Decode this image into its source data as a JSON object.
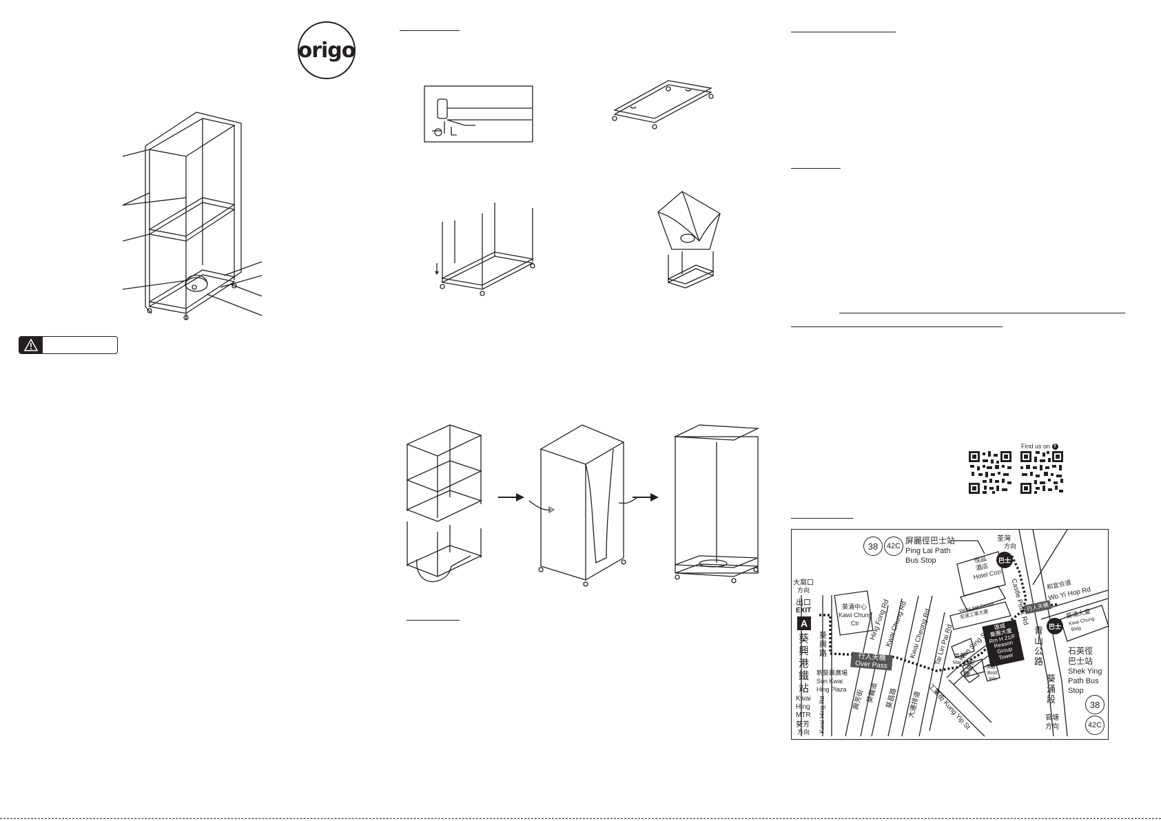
{
  "brand": {
    "logo_text": "origo"
  },
  "social": {
    "find_us_on": "Find us on"
  },
  "map": {
    "bus_routes": [
      "38",
      "42C"
    ],
    "ping_lai_zh": "屏麗徑巴士站",
    "ping_lai_en1": "Ping Lai Path",
    "ping_lai_en2": "Bus Stop",
    "tsuen_wan_zh": "荃灣",
    "tsuen_wan_dir": "方向",
    "tai_wo_hau_zh": "大窩口",
    "tai_wo_hau_dir": "方向",
    "exit_zh": "出口",
    "exit_en": "EXIT",
    "exit_letter": "A",
    "kwai_hing_zh": [
      "葵",
      "興",
      "港",
      "鐵",
      "站"
    ],
    "kwai_hing_en": [
      "Kwai",
      "Hing",
      "MTR"
    ],
    "kwai_fong_zh": "葵芳",
    "kwai_fong_dir": "方向",
    "kwai_hing_rd": "Kwai Hing Rd",
    "kwai_hing_rd_zh": [
      "葵",
      "興",
      "路"
    ],
    "kwai_chung_ctr_zh": "葵涌中心",
    "kwai_chung_ctr_en1": "Kawi Chung",
    "kwai_chung_ctr_en2": "Ctr",
    "hing_fong_rd": "Hing Fong Rd",
    "kwai_chung_rd": "Kwai Chung Rd",
    "kwai_cheong_rd": "Kwai Cheong Rd",
    "tai_lin_pai_rd": "Tai Lin Pai Rd",
    "over_pass_zh": "行人天橋",
    "over_pass_en": "Over Pass",
    "sun_kwai_zh": "新葵興廣場",
    "sun_kwai_en1": "Sun Kwai",
    "sun_kwai_en2": "Hing Plaza",
    "hing_fong_st_zh": "興芳街",
    "kwai_yi_zh": "葵義道",
    "kwai_cheong_zh": "葵昌路",
    "tai_lin_pai_zh": "大連排道",
    "kung_yip_st": "工業街 Kung Yip St",
    "wan_sing_st": "Wan Sing St",
    "wan_sing_zh": "華星街",
    "mai_wah": "美華",
    "mai_wah_en": "Mai Wah",
    "bold_win_zh": "保盈",
    "bold_win_en1": "Bold",
    "bold_win_en2": "Win",
    "hotel_cozi_zh1": "悅品",
    "hotel_cozi_zh2": "酒店",
    "hotel_cozi_en": "Hotel Cozi",
    "castle_peak_rd": "Castle Peak Rd",
    "wo_yi_hop_zh": "和宜合道",
    "wo_yi_hop_en": "Wo Yi Hop Rd",
    "vanta_en": "Vanta Ind Centre",
    "vanta_zh": "宏達工業大廈",
    "over_pass_small": "行人天橋",
    "kwai_chung_bldg_zh": "葵涌大廈",
    "kwai_chung_bldg_en1": "Kwai Chung",
    "kwai_chung_bldg_en2": "Bldg",
    "reason_zh1": "匯城",
    "reason_zh2": "集團大廈",
    "reason_en1": "Rm H 21/F",
    "reason_en2": "Reason",
    "reason_en3": "Group",
    "reason_en4": "Tower",
    "castle_peak_zh": [
      "青",
      "山",
      "公",
      "路"
    ],
    "kwai_chung_sec_zh": [
      "葵",
      "涌",
      "段"
    ],
    "kwai_chung_sec_dir1": "官塘",
    "kwai_chung_sec_dir2": "方向",
    "shek_ying_zh1": "石英徑",
    "shek_ying_zh2": "巴士站",
    "shek_ying_en1": "Shek Ying",
    "shek_ying_en2": "Path Bus",
    "shek_ying_en3": "Stop",
    "bus_icon_label": "巴士"
  }
}
